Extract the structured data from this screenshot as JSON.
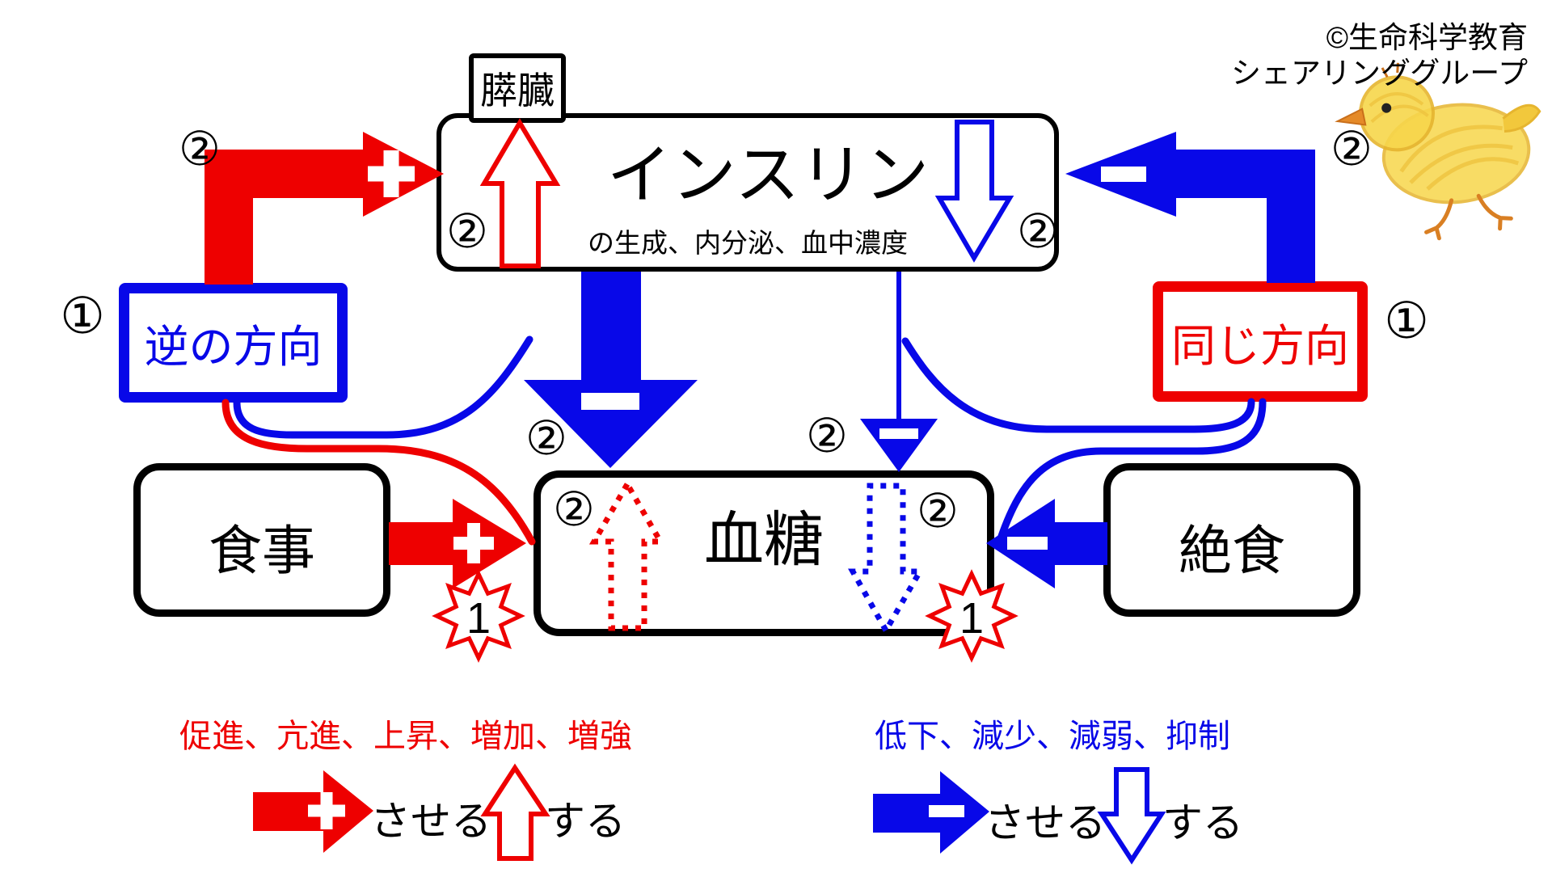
{
  "credit": {
    "line1": "©生命科学教育",
    "line2": "シェアリンググループ"
  },
  "pancreas": {
    "label": "膵臓"
  },
  "insulin": {
    "title": "インスリン",
    "subtitle": "の生成、内分泌、血中濃度"
  },
  "boxes": {
    "meal": "食事",
    "blood_sugar": "血糖",
    "fasting": "絶食",
    "opposite_direction": "逆の方向",
    "same_direction": "同じ方向"
  },
  "markers": {
    "circle_one": "①",
    "circle_two": "②",
    "burst_one": "1"
  },
  "icons": {
    "plus": "+",
    "minus": "−",
    "chick": "crayon-chick-doodle"
  },
  "legend": {
    "increase_terms": "促進、亢進、上昇、増加、増強",
    "decrease_terms": "低下、減少、減弱、抑制",
    "cause_suffix": "させる",
    "do_suffix": "する"
  },
  "colors": {
    "red": "#ee0000",
    "blue": "#0808e8",
    "black": "#000000"
  },
  "connections": [
    {
      "from": "meal",
      "to": "blood_sugar",
      "sign": "+",
      "color": "red"
    },
    {
      "from": "fasting",
      "to": "blood_sugar",
      "sign": "−",
      "color": "blue"
    },
    {
      "from": "blood_sugar",
      "to": "insulin",
      "sign": "+",
      "color": "red"
    },
    {
      "from": "blood_sugar",
      "to": "insulin",
      "sign": "−",
      "color": "blue"
    },
    {
      "from": "insulin",
      "to": "blood_sugar",
      "sign": "−",
      "color": "blue"
    }
  ]
}
